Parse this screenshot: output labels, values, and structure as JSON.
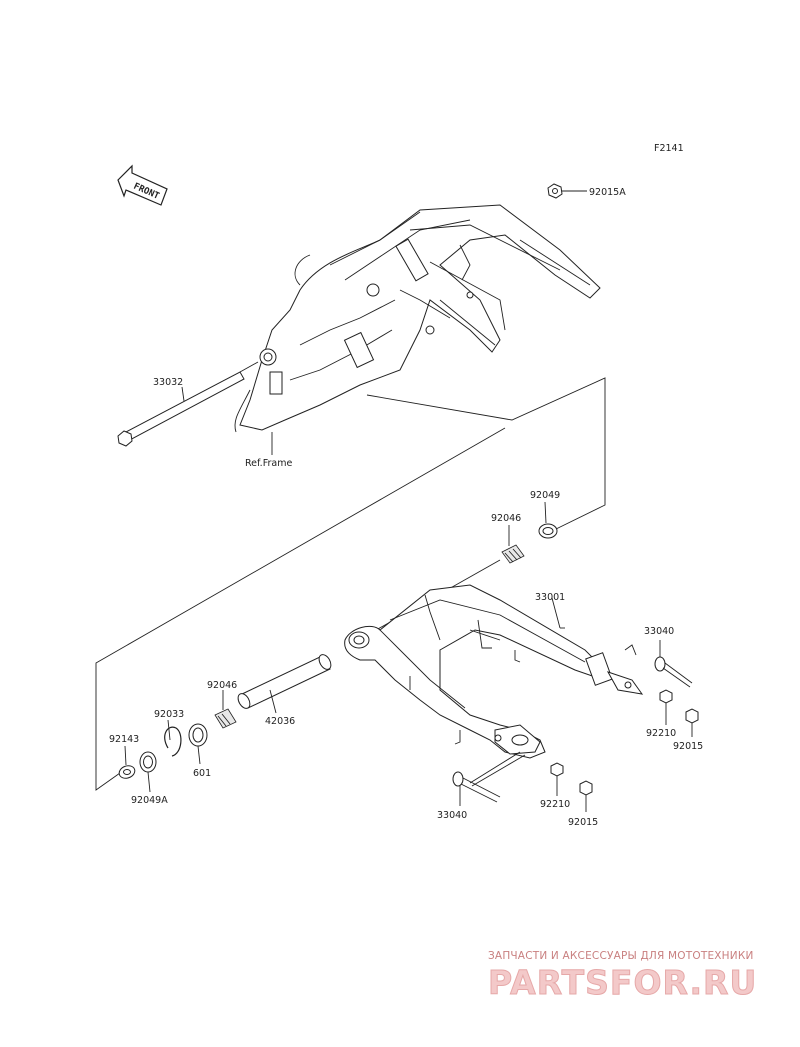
{
  "figure_code": "F2141",
  "front_label": "FRONT",
  "parts": {
    "p92015A": "92015A",
    "p33032": "33032",
    "ref_frame": "Ref.Frame",
    "p92049_top": "92049",
    "p92046_top": "92046",
    "p33001": "33001",
    "p33040_right": "33040",
    "p92210_right": "92210",
    "p92015_right": "92015",
    "p92046_left": "92046",
    "p92033": "92033",
    "p42036": "42036",
    "p92143": "92143",
    "p601": "601",
    "p92049A": "92049A",
    "p33040_bottom": "33040",
    "p92210_bottom": "92210",
    "p92015_bottom": "92015"
  },
  "watermark": {
    "tagline": "ЗАПЧАСТИ И АКСЕССУАРЫ ДЛЯ МОТОТЕХНИКИ",
    "logo": "PARTSFOR.RU"
  }
}
